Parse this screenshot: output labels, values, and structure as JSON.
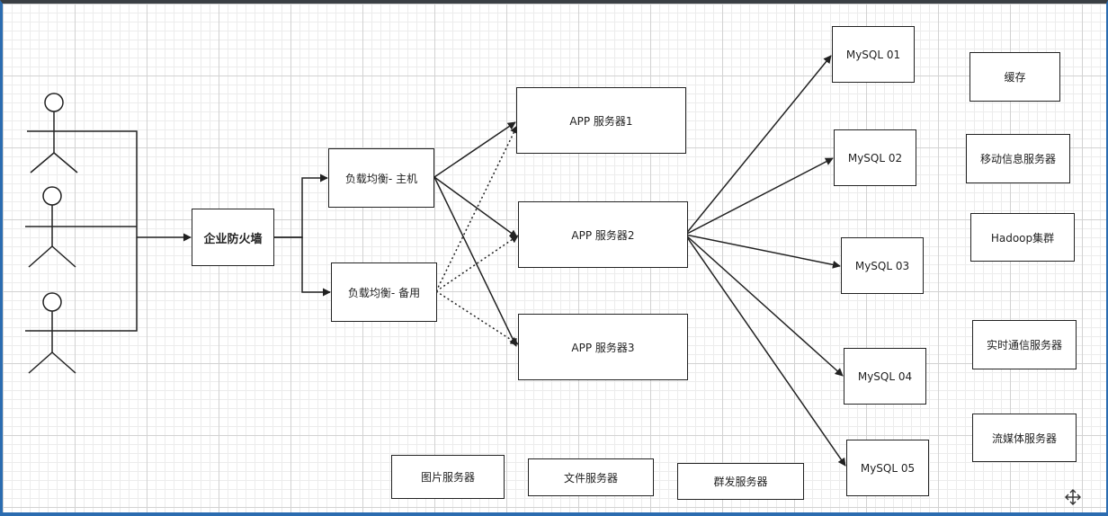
{
  "firewall": "企业防火墙",
  "load_balancers": {
    "primary": "负载均衡- 主机",
    "backup": "负载均衡- 备用"
  },
  "app_servers": [
    "APP 服务器1",
    "APP 服务器2",
    "APP 服务器3"
  ],
  "mysql": [
    "MySQL 01",
    "MySQL 02",
    "MySQL 03",
    "MySQL 04",
    "MySQL 05"
  ],
  "services": [
    "缓存",
    "移动信息服务器",
    "Hadoop集群",
    "实时通信服务器",
    "流媒体服务器"
  ],
  "bottom_servers": [
    "图片服务器",
    "文件服务器",
    "群发服务器"
  ],
  "icons": {
    "users": "user-icon",
    "move": "move-cursor-icon"
  }
}
